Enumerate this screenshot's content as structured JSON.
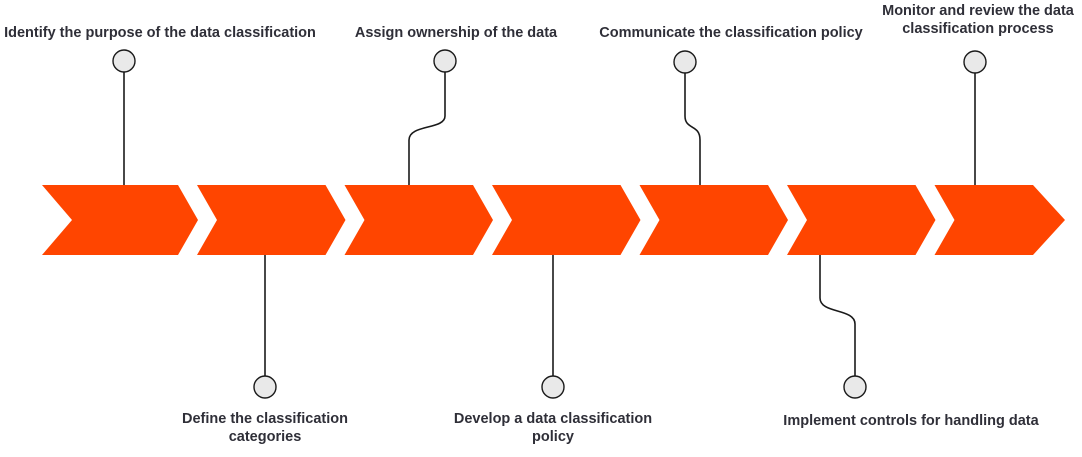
{
  "diagram": {
    "type": "process-arrow-timeline",
    "subject": "data classification process",
    "step_count": 7,
    "steps": [
      {
        "label": "Identify the purpose of the data classification",
        "position": "top"
      },
      {
        "label": "Define the classification categories",
        "position": "bottom"
      },
      {
        "label": "Assign ownership of the data",
        "position": "top"
      },
      {
        "label": "Develop a data classification policy",
        "position": "bottom"
      },
      {
        "label": "Communicate the classification policy",
        "position": "top"
      },
      {
        "label": "Implement controls for handling data",
        "position": "bottom"
      },
      {
        "label": "Monitor and review the data classification process",
        "position": "top"
      }
    ],
    "colors": {
      "arrow": "#FF4500",
      "separator": "#FFFFFF",
      "marker_fill": "#E9E9E9",
      "marker_stroke": "#1A1A1A",
      "connector": "#1A1A1A",
      "label_text": "#2F2F38",
      "background": "#FFFFFF"
    }
  }
}
